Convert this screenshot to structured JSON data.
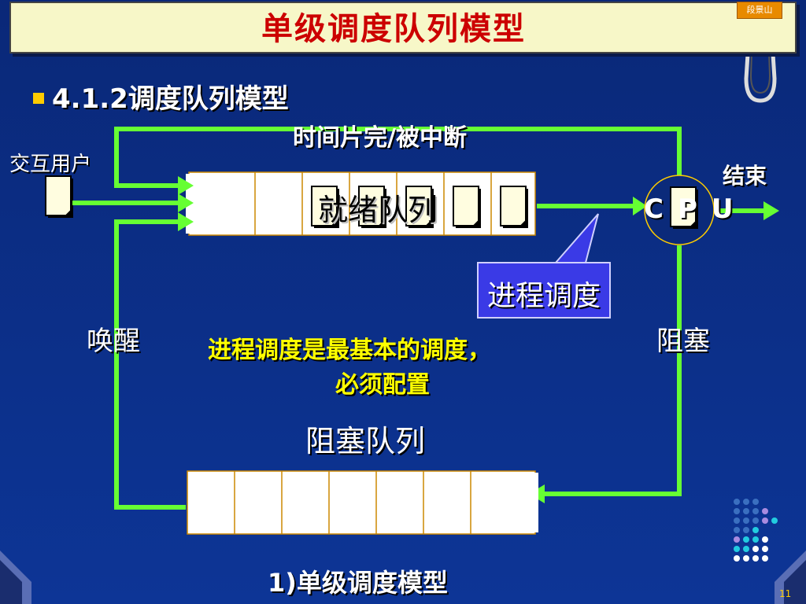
{
  "slide": {
    "title": "单级调度队列模型",
    "badge": "段景山",
    "heading": "4.1.2调度队列模型",
    "page_number": "11"
  },
  "diagram": {
    "timeslice_label": "时间片完/被中断",
    "interactive_user_label": "交互用户",
    "ready_queue_label": "就绪队列",
    "cpu_label": "CPU",
    "end_label": "结束",
    "callout_label": "进程调度",
    "wakeup_label": "唤醒",
    "block_label": "阻塞",
    "note_line1": "进程调度是最基本的调度，",
    "note_line2": "必须配置",
    "blocked_queue_label": "阻塞队列",
    "caption": "1)单级调度模型"
  },
  "colors": {
    "background": "#0b2a7a",
    "arrow": "#66ff33",
    "title_text": "#cc0000",
    "title_bar": "#f7f7c8",
    "callout": "#3a3ae6",
    "note_text": "#ffff00"
  }
}
